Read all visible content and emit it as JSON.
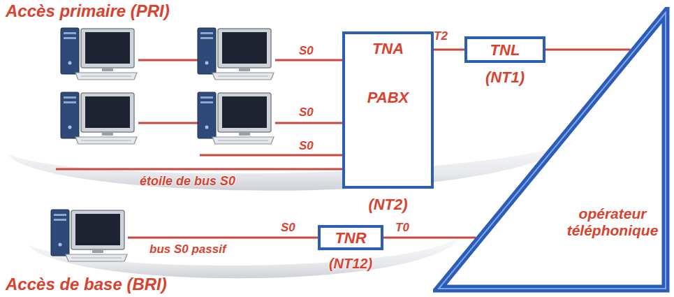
{
  "diagram": {
    "nodes": [
      {
        "text": [
          "TNA",
          "PABX",
          "(NT2)"
        ]
      },
      {
        "text": [
          "TNL",
          "(NT1)"
        ]
      },
      {
        "text": [
          "TNR",
          "(NT12)"
        ]
      },
      {
        "text": [
          "opérateur téléphonique"
        ]
      }
    ],
    "edges": [
      {
        "from": 0,
        "to": 1,
        "label": "T2",
        "arrow": "none"
      },
      {
        "from": 1,
        "to": 3,
        "arrow": "none"
      },
      {
        "from": 2,
        "to": 3,
        "label": "T0",
        "arrow": "none"
      }
    ],
    "labels": [
      "Accès primaire (PRI)",
      "S0",
      "S0",
      "S0",
      "étoile de bus S0",
      "S0",
      "bus S0 passif",
      "Accès de base (BRI)"
    ]
  }
}
